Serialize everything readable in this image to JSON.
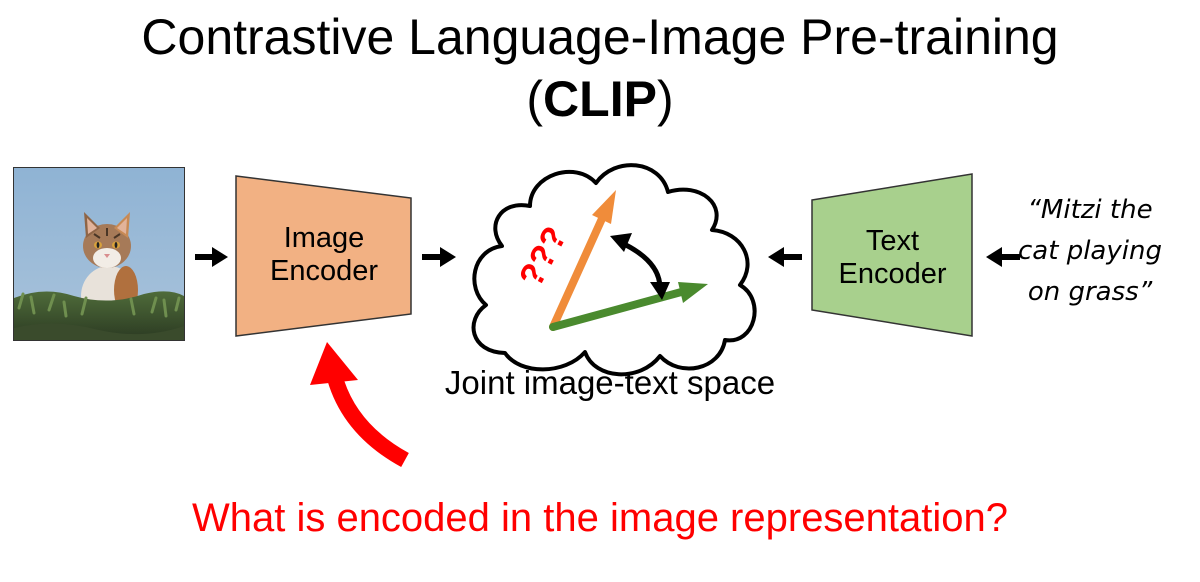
{
  "title": {
    "line1": "Contrastive Language-Image Pre-training",
    "line2_open": "(",
    "line2_bold": "CLIP",
    "line2_close": ")"
  },
  "image_encoder": {
    "line1": "Image",
    "line2": "Encoder",
    "color": "#f2b183"
  },
  "text_encoder": {
    "line1": "Text",
    "line2": "Encoder",
    "color": "#a8d08d"
  },
  "text_input": {
    "line1": "“Mitzi the",
    "line2": "cat playing",
    "line3": "on grass”"
  },
  "joint_space": {
    "label": "Joint image-text space",
    "question_marks": "???",
    "image_vector_color": "#f08c3a",
    "text_vector_color": "#4a8a2e"
  },
  "question": {
    "text": "What is encoded in the image representation?",
    "color": "#ff0000"
  }
}
